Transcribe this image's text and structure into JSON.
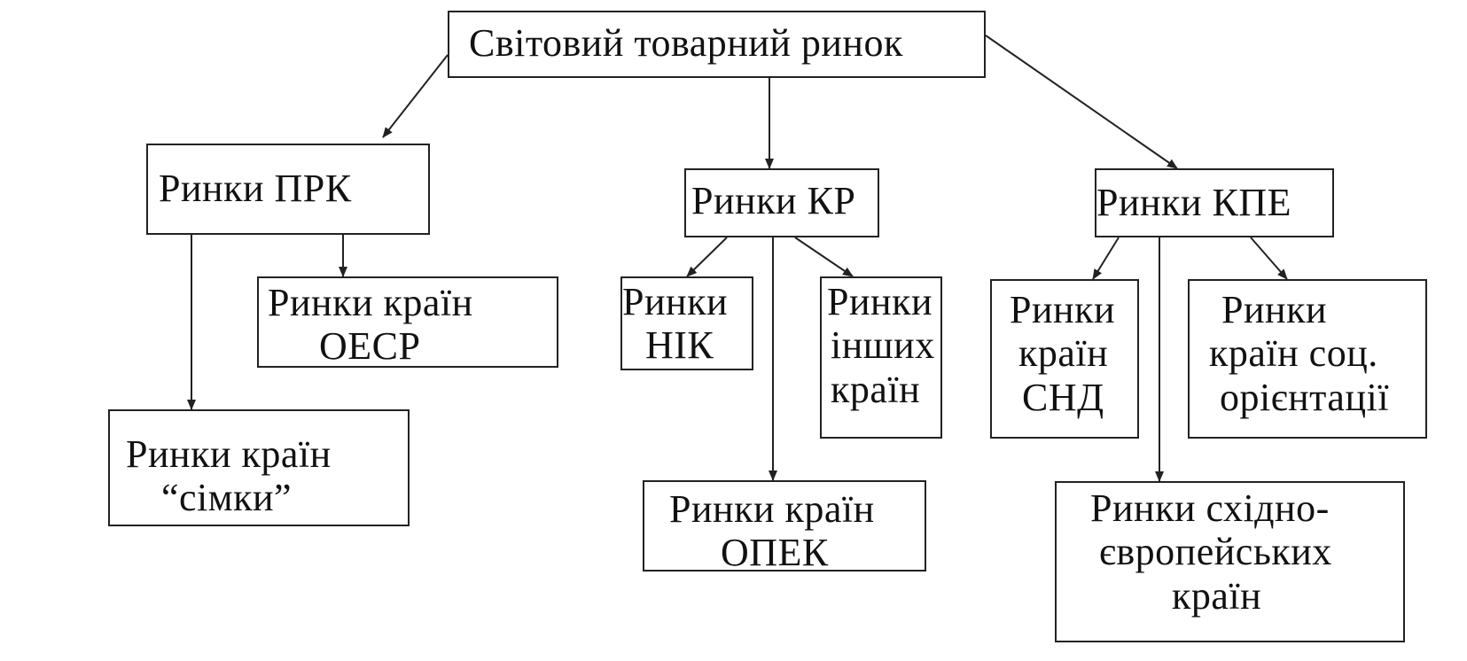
{
  "diagram": {
    "root": {
      "lines": [
        "Світовий товарний ринок"
      ]
    },
    "prk": {
      "lines": [
        "Ринки ПРК"
      ],
      "children": {
        "oecd": {
          "lines": [
            "Ринки країн",
            "ОЕСР"
          ]
        },
        "seven": {
          "lines": [
            "Ринки країн",
            "“сімки”"
          ]
        }
      }
    },
    "kr": {
      "lines": [
        "Ринки КР"
      ],
      "children": {
        "nic": {
          "lines": [
            "Ринки",
            "НІК"
          ]
        },
        "other": {
          "lines": [
            "Ринки",
            "інших",
            "країн"
          ]
        },
        "opec": {
          "lines": [
            "Ринки країн",
            "ОПЕК"
          ]
        }
      }
    },
    "kpe": {
      "lines": [
        "Ринки КПЕ"
      ],
      "children": {
        "cis": {
          "lines": [
            "Ринки",
            "країн",
            "СНД"
          ]
        },
        "social": {
          "lines": [
            "Ринки",
            "країн соц.",
            "орієнтації"
          ]
        },
        "eastern": {
          "lines": [
            "Ринки східно-",
            "європейських",
            "країн"
          ]
        }
      }
    }
  },
  "colors": {
    "line": "#222222",
    "text": "#111111",
    "background": "#ffffff"
  }
}
